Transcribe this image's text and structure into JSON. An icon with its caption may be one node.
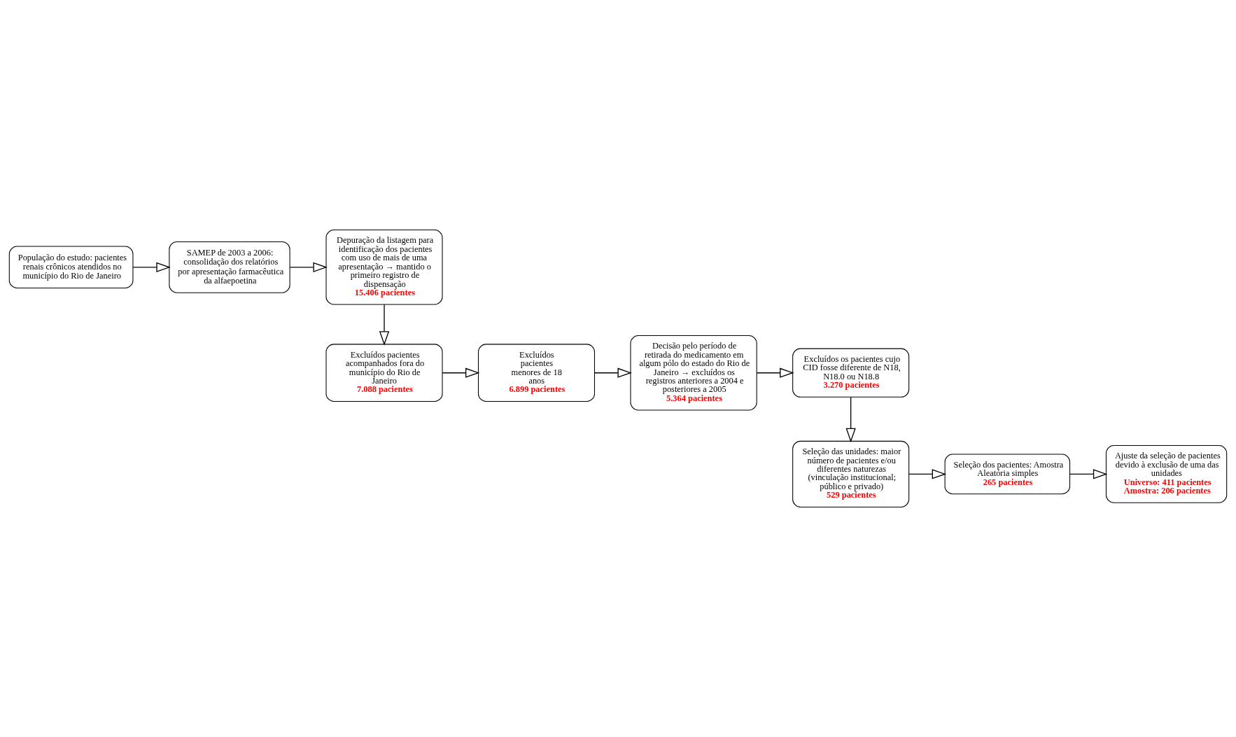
{
  "diagram": {
    "nodes": [
      {
        "text": [
          "População do estudo: pacientes renais crônicos atendidos no município do Rio de Janeiro"
        ]
      },
      {
        "text": [
          "SAMEP de 2003 a 2006: consolidação dos relatórios por apresentação farmacêutica da alfaepoetina"
        ]
      },
      {
        "text": [
          "Depuração da listagem para identificação dos pacientes com uso de mais de uma apresentação → mantido o primeiro registro de dispensação",
          "15.406 pacientes"
        ]
      },
      {
        "text": [
          "Excluídos pacientes acompanhados fora do município do Rio de Janeiro",
          "7.088 pacientes"
        ]
      },
      {
        "text": [
          "Excluídos pacientes menores de 18 anos",
          "6.899 pacientes"
        ]
      },
      {
        "text": [
          "Decisão pelo período de retirada do medicamento em algum pólo do estado do Rio de Janeiro → excluídos os registros anteriores a 2004 e posteriores a 2005",
          "5.364 pacientes"
        ]
      },
      {
        "text": [
          "Excluídos os pacientes cujo CID fosse diferente de N18, N18.0 ou N18.8",
          "3.270 pacientes"
        ]
      },
      {
        "text": [
          "Seleção das unidades: maior número de pacientes e/ou diferentes naturezas (vinculação institucional; público e privado)",
          "529 pacientes"
        ]
      },
      {
        "text": [
          "Seleção dos pacientes: Amostra Aleatória simples",
          "265 pacientes"
        ]
      },
      {
        "text": [
          "Ajuste da seleção de pacientes devido à exclusão de uma das unidades",
          "Universo: 411 pacientes",
          "Amostra: 206 pacientes"
        ]
      }
    ],
    "edges": [
      {
        "from": 0,
        "to": 1,
        "arrow": "to"
      },
      {
        "from": 1,
        "to": 2,
        "arrow": "to"
      },
      {
        "from": 2,
        "to": 3,
        "arrow": "to"
      },
      {
        "from": 3,
        "to": 4,
        "arrow": "to"
      },
      {
        "from": 4,
        "to": 5,
        "arrow": "to"
      },
      {
        "from": 5,
        "to": 6,
        "arrow": "to"
      },
      {
        "from": 6,
        "to": 7,
        "arrow": "to"
      },
      {
        "from": 7,
        "to": 8,
        "arrow": "to"
      },
      {
        "from": 8,
        "to": 9,
        "arrow": "to"
      }
    ]
  }
}
